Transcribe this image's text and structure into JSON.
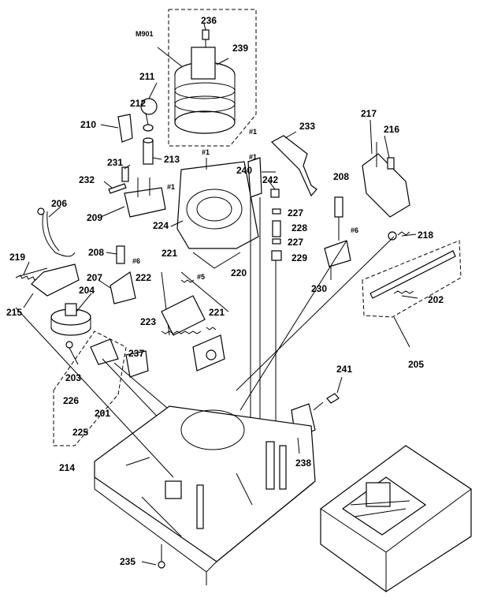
{
  "model_label": "M901",
  "labels": {
    "l201": "201",
    "l202": "202",
    "l203": "203",
    "l204": "204",
    "l205": "205",
    "l206": "206",
    "l207": "207",
    "l208a": "208",
    "l208b": "208",
    "l209": "209",
    "l210": "210",
    "l211": "211",
    "l212": "212",
    "l213": "213",
    "l214": "214",
    "l215": "215",
    "l216": "216",
    "l217": "217",
    "l218": "218",
    "l219": "219",
    "l220": "220",
    "l221a": "221",
    "l221b": "221",
    "l222": "222",
    "l223": "223",
    "l224": "224",
    "l225": "225",
    "l226": "226",
    "l227a": "227",
    "l227b": "227",
    "l228": "228",
    "l229": "229",
    "l230": "230",
    "l231": "231",
    "l232": "232",
    "l233": "233",
    "l235": "235",
    "l236": "236",
    "l237": "237",
    "l238": "238",
    "l239": "239",
    "l240": "240",
    "l241": "241",
    "l242": "242"
  },
  "screw_marks": {
    "s1a": "#1",
    "s1b": "#1",
    "s1c": "#1",
    "s1d": "#1",
    "s5": "#5",
    "s6a": "#6",
    "s6b": "#6"
  }
}
